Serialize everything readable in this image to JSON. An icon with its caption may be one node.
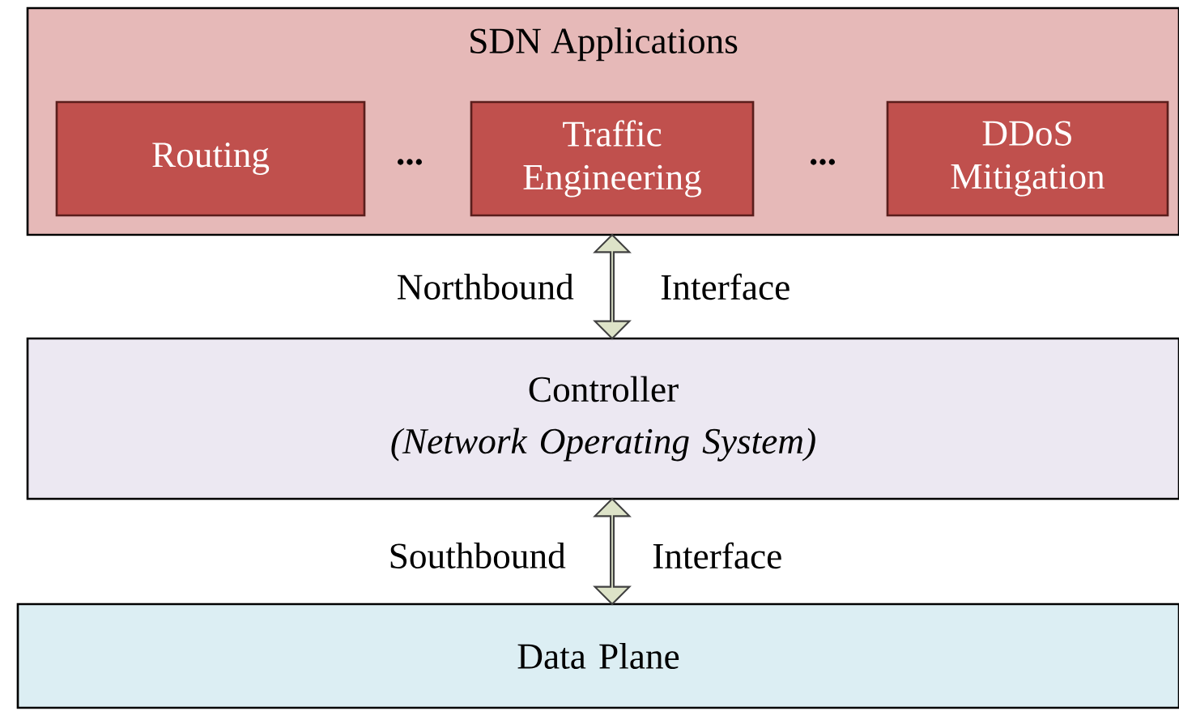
{
  "diagram": {
    "nodes": [
      {
        "text": [
          "SDN Applications"
        ]
      },
      {
        "text": [
          "Routing"
        ],
        "in": 0
      },
      {
        "text": [
          "Traffic Engineering"
        ],
        "in": 0
      },
      {
        "text": [
          "DDoS Mitigation"
        ],
        "in": 0
      },
      {
        "text": [
          "Controller",
          "(Network Operating System)"
        ]
      },
      {
        "text": [
          "Data Plane"
        ]
      }
    ],
    "edges": [
      {
        "from": 0,
        "to": 4,
        "arrow": "both"
      },
      {
        "from": 4,
        "to": 5,
        "arrow": "both"
      }
    ],
    "labels": [
      "...",
      "...",
      "Northbound",
      "Interface",
      "Southbound",
      "Interface"
    ]
  }
}
